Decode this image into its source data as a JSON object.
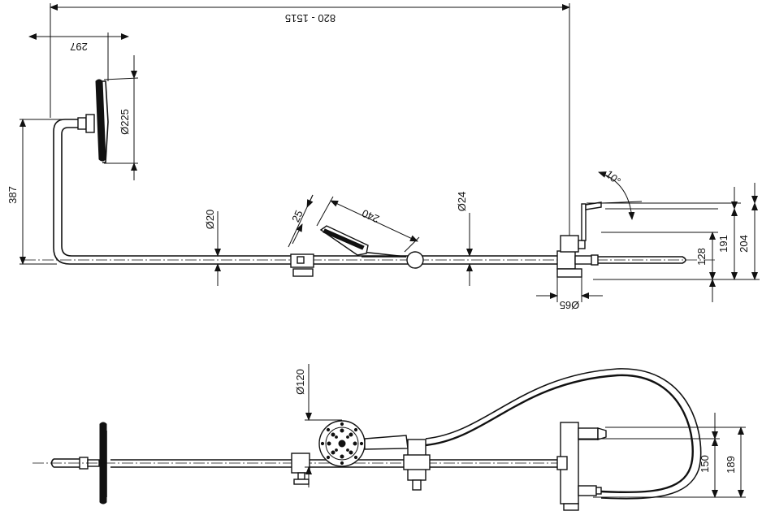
{
  "dimensions": {
    "overall_width": "820 - 1515",
    "arm_projection": "297",
    "head_diameter": "Ø225",
    "arm_height": "387",
    "rail_diameter": "Ø20",
    "handshower_tilt": "25",
    "handshower_length": "240",
    "hose_conn_diameter": "Ø24",
    "mixer_angle": "10°",
    "mixer_rosette": "Ø65",
    "dim_128": "128",
    "dim_191": "191",
    "dim_204": "204",
    "handshower_diameter": "Ø120",
    "dim_150": "150",
    "dim_189": "189"
  }
}
